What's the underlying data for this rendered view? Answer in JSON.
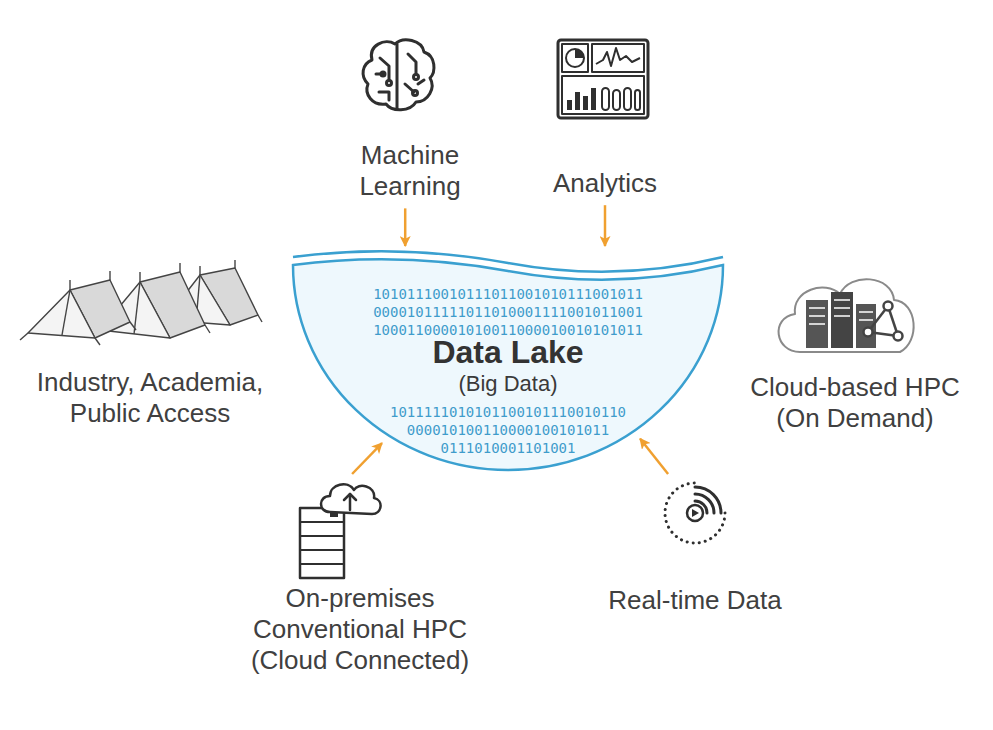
{
  "diagram": {
    "nodes": [
      {
        "text": [
          "Machine Learning"
        ]
      },
      {
        "text": [
          "Analytics"
        ]
      },
      {
        "text": [
          "Industry, Academia, Public Access"
        ]
      },
      {
        "text": [
          "Data Lake",
          "(Big Data)"
        ]
      },
      {
        "text": [
          "Cloud-based HPC (On Demand)"
        ]
      },
      {
        "text": [
          "On-premises Conventional HPC (Cloud Connected)"
        ]
      },
      {
        "text": [
          "Real-time Data"
        ]
      }
    ],
    "edges": [
      {
        "from": 0,
        "to": 3,
        "arrow": "to"
      },
      {
        "from": 1,
        "to": 3,
        "arrow": "to"
      },
      {
        "from": 5,
        "to": 3,
        "arrow": "to"
      },
      {
        "from": 6,
        "to": 3,
        "arrow": "to"
      }
    ],
    "labels": [
      "10101110010111011001010111001011",
      "00001011111011010001111001011001",
      "10001100001010011000010010101011",
      "1011111010101100101110010110",
      "000010100110000100101011",
      "0111010001101001"
    ]
  }
}
